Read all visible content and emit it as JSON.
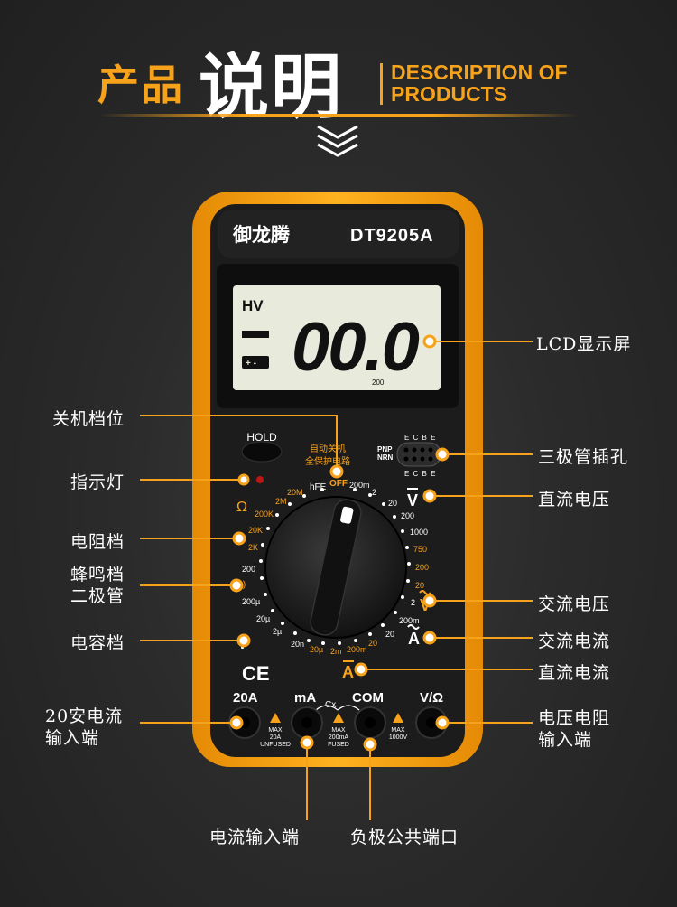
{
  "header": {
    "title_cn_small": "产品",
    "title_cn_big": "说明",
    "title_en_line1": "DESCRIPTION OF",
    "title_en_line2": "PRODUCTS",
    "chevron_icon": "chevron-down-icon"
  },
  "colors": {
    "accent": "#f7a21b",
    "body_orange": "#f5a111",
    "panel": "#1c1c1c",
    "lcd": "#e8eadc",
    "text_white": "#ffffff"
  },
  "device": {
    "brand": "御龙腾",
    "model": "DT9205A",
    "lcd": {
      "mode": "HV",
      "reading": "00.0",
      "range": "200",
      "battery_glyph": "+ -"
    },
    "hold_label": "HOLD",
    "off_label_1": "自动关机",
    "off_label_2": "全保护电路",
    "off": "OFF",
    "hfe": "hFE",
    "pnp": "PNP",
    "npn": "NRN",
    "ecbe_top": "E C B E",
    "ecbe_bottom": "E C B E",
    "ce_mark": "CE",
    "dial": {
      "left_top": [
        "20M",
        "2M",
        "200K",
        "20K",
        "2K",
        "200"
      ],
      "ohm_symbol": "Ω",
      "left_bottom": [
        "200µ",
        "20µ",
        "2µ",
        "20n"
      ],
      "bottom": [
        "20µ",
        "2m",
        "200m",
        "20"
      ],
      "right": [
        "200m",
        "2",
        "20",
        "200",
        "1000",
        "750",
        "200",
        "20",
        "2",
        "200m"
      ],
      "top_right": [
        "200m",
        "2",
        "20"
      ],
      "farad": "F",
      "dcv": "V",
      "acv": "V",
      "aca": "A",
      "dca": "A"
    },
    "ports": {
      "p20a": "20A",
      "pma": "mA",
      "pcom": "COM",
      "pvo": "V/Ω",
      "cx": "Cx",
      "warn1": [
        "MAX",
        "20A",
        "UNFUSED"
      ],
      "warn2": [
        "MAX",
        "200mA",
        "FUSED"
      ],
      "warn3": [
        "MAX",
        "1000V"
      ]
    }
  },
  "callouts": {
    "lcd": "LCD显示屏",
    "off": "关机档位",
    "transistor": "三极管插孔",
    "indicator": "指示灯",
    "dcv": "直流电压",
    "resistance": "电阻档",
    "buzzer_1": "蜂鸣档",
    "buzzer_2": "二极管",
    "acv": "交流电压",
    "capacitance": "电容档",
    "aca": "交流电流",
    "dca": "直流电流",
    "in20a_1": "20安电流",
    "in20a_2": "输入端",
    "vo_1": "电压电阻",
    "vo_2": "输入端",
    "ma_in": "电流输入端",
    "com": "负极公共端口"
  }
}
